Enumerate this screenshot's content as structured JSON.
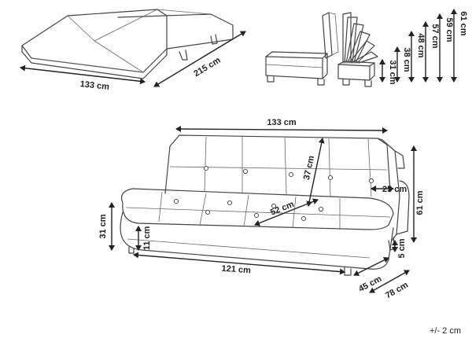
{
  "bed_view": {
    "width_label": "133 cm",
    "length_label": "215 cm"
  },
  "recline_view": {
    "heights": [
      "31 cm",
      "38 cm",
      "48 cm",
      "57 cm",
      "59 cm",
      "61 cm"
    ]
  },
  "sofa_view": {
    "top_width_label": "133 cm",
    "back_height_label": "37 cm",
    "armrest_depth_label": "25 cm",
    "overall_height_label": "61 cm",
    "seat_depth_label": "52 cm",
    "seat_height_label": "31 cm",
    "cushion_height_label": "11 cm",
    "seat_width_label": "121 cm",
    "base_depth_label": "45 cm",
    "overall_depth_label": "78 cm",
    "leg_height_label": "5 cm"
  },
  "tolerance": "+/- 2 cm"
}
